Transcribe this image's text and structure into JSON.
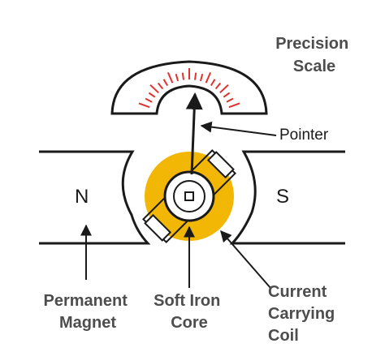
{
  "labels": {
    "precision_scale": [
      "Precision",
      "Scale"
    ],
    "pointer": "Pointer",
    "north_pole": "N",
    "south_pole": "S",
    "permanent_magnet": [
      "Permanent",
      "Magnet"
    ],
    "soft_iron_core": [
      "Soft Iron",
      "Core"
    ],
    "current_carrying_coil": [
      "Current",
      "Carrying",
      "Coil"
    ]
  },
  "colors": {
    "core": "#f2b705",
    "scale_ticks": "#e0322f",
    "outline": "#1a1a1a",
    "label_text": "#4d4d4d"
  }
}
